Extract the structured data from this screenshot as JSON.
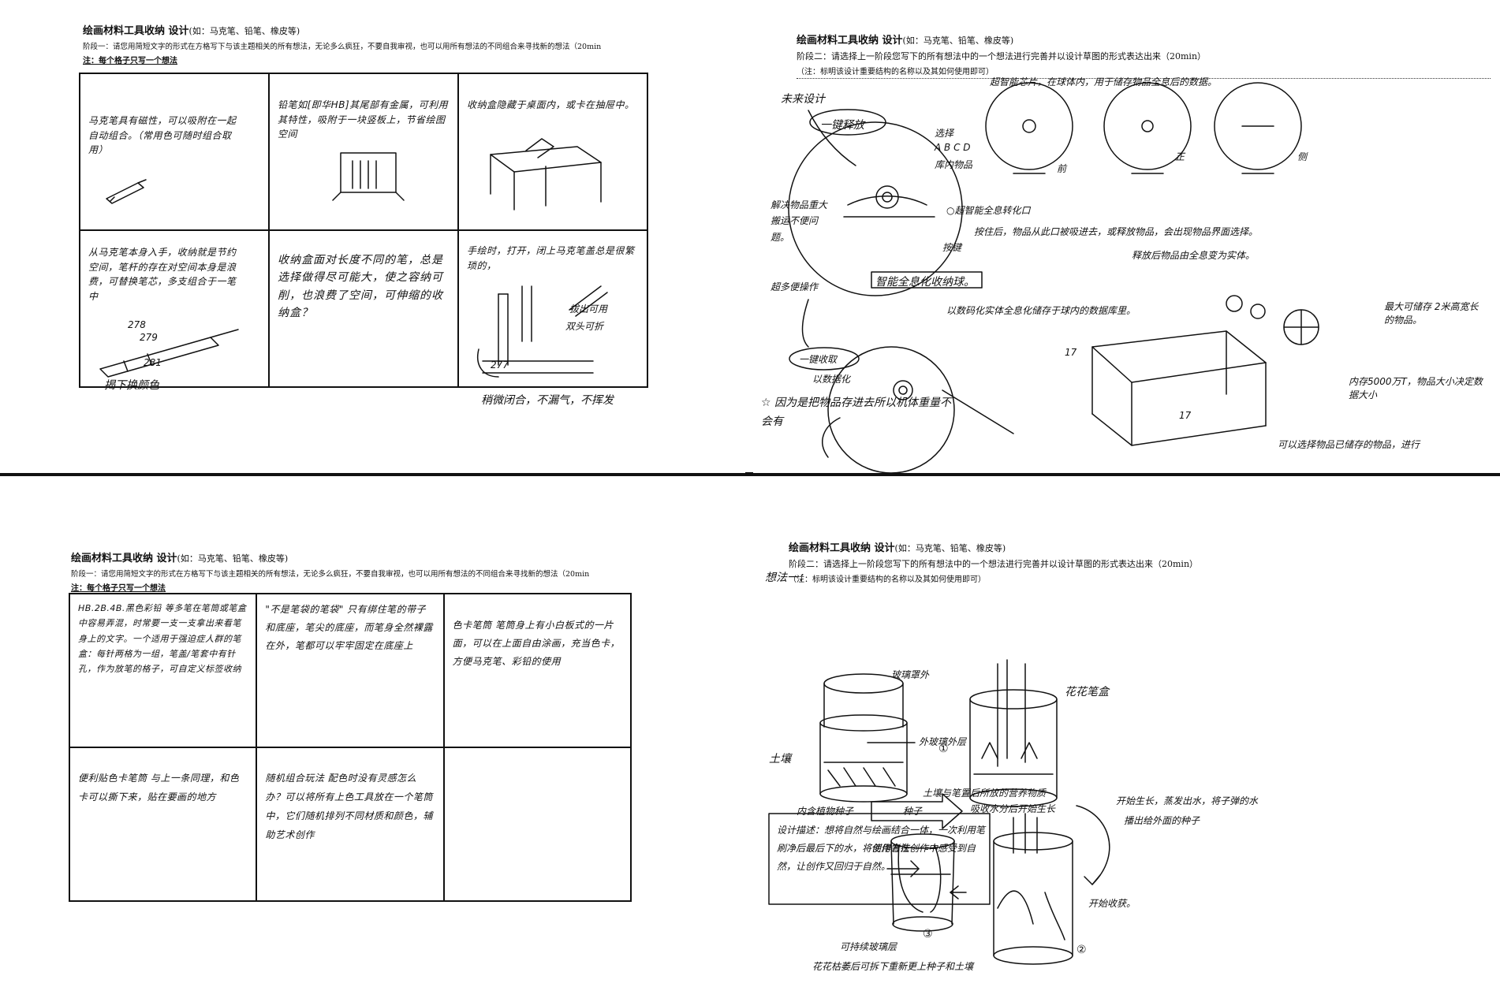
{
  "sheets": {
    "tl": {
      "title": "绘画材料工具收纳 设计",
      "title_sub": "(如：马克笔、铅笔、橡皮等)",
      "stage": "阶段一：请您用简短文字的形式在方格写下与该主题相关的所有想法，无论多么疯狂，不要自我审视，也可以用所有想法的不同组合来寻找新的想法（20min",
      "note": "注：每个格子只写一个想法",
      "cells": [
        "马克笔具有磁性，可以吸附在一起自动组合。（常用色可随时组合取用）",
        "铅笔如[即华HB]其尾部有金属，可利用其特性，吸附于一块竖板上，节省绘图空间",
        "收纳盒隐藏于桌面内，或卡在抽屉中。",
        "从马克笔本身入手，收纳就是节约空间，笔杆的存在对空间本身是浪费，可替换笔芯，多支组合于一笔中",
        "收纳盒面对长度不同的笔，总是选择做得尽可能大，使之容纳可削，也浪费了空间，可伸缩的收纳盒？",
        "手绘时，打开，闭上马克笔盖总是很繁琐的，"
      ],
      "labels": {
        "remove": "揭下换颜色",
        "slightly_close": "稍微闭合，不漏气，不挥发",
        "pull_open": "拔出可用",
        "rotate": "双头可折",
        "num_278": "278",
        "num_279": "279",
        "num_281": "281",
        "num_277": "277"
      }
    },
    "tr": {
      "title": "绘画材料工具收纳 设计",
      "title_sub": "(如：马克笔、铅笔、橡皮等)",
      "stage": "阶段二：请选择上一阶段您写下的所有想法中的一个想法进行完善并以设计草图的形式表达出来（20min）",
      "note": "（注：标明该设计重要结构的名称以及其如何使用即可）",
      "labels": {
        "future": "未来设计",
        "one_key_release": "一键释放",
        "super_chip": "超智能芯片，在球体内，用于储存物品全息后的数据。",
        "select": "选择",
        "abcd": "A B C D",
        "stored": "库内物品",
        "front": "前",
        "side_front": "正",
        "side": "侧",
        "solve": "解决物品重大搬运不便问题。",
        "ops": "超多便操作",
        "super_port": "○超智能全息转化口",
        "after_press": "按住后，物品从此口被吸进去，或释放物品，会出现物品界面选择。",
        "press_key": "按键",
        "release_hologram": "释放后物品由全息变为实体。",
        "smart_ball": "智能全息化收纳球。",
        "store_data": "以数码化实体全息化储存于球内的数据库里。",
        "one_key_collect": "一键收取",
        "data": "以数据化",
        "max": "最大可储存 2米高宽长的物品。",
        "memory": "内存5000万T，物品大小决定数据大小",
        "star_note": "☆ 因为是把物品存进去所以机体重量不会有",
        "view": "可以选择物品已储存的物品，进行",
        "d17a": "17",
        "d17b": "17"
      }
    },
    "bl": {
      "title": "绘画材料工具收纳 设计",
      "title_sub": "(如：马克笔、铅笔、橡皮等)",
      "stage": "阶段一：请您用简短文字的形式在方格写下与该主题相关的所有想法，无论多么疯狂，不要自我审视，也可以用所有想法的不同组合来寻找新的想法（20min",
      "note": "注：每个格子只写一个想法",
      "cells": [
        "HB.2B.4B.黑色彩铅 等多笔在笔筒或笔盒中容易弄混，时常要一支一支拿出来看笔身上的文字。一个适用于强迫症人群的笔盒：每针两格为一组，笔盖/笔套中有针孔，作为放笔的格子，可自定义标签收纳",
        "\"不是笔袋的笔袋\" 只有绑住笔的带子和底座，笔尖的底座，而笔身全然裸露在外，笔都可以牢牢固定在底座上",
        "色卡笔筒 笔筒身上有小白板式的一片面，可以在上面自由涂画，充当色卡，方便马克笔、彩铅的使用",
        "便利贴色卡笔筒 与上一条同理，和色卡可以撕下来，贴在要画的地方",
        "随机组合玩法 配色时没有灵感怎么办？可以将所有上色工具放在一个笔筒中，它们随机排列不同材质和颜色，辅助艺术创作",
        ""
      ]
    },
    "br": {
      "title": "绘画材料工具收纳 设计",
      "title_sub": "(如：马克笔、铅笔、橡皮等)",
      "stage": "阶段二：请选择上一阶段您写下的所有想法中的一个想法进行完善并以设计草图的形式表达出来（20min）",
      "note": "（注：标明该设计重要结构的名称以及其如何使用即可）",
      "labels": {
        "idea": "想法一：",
        "cover": "玻璃罩外",
        "outer_glass": "外玻璃外层",
        "soil": "土壤",
        "use_method": "使用方法",
        "inner_plant": "内含植物种子",
        "seed": "种子",
        "nutrients": "土壤与笔置后所放的营养物质",
        "one": "①",
        "flower_box": "花花笔盒",
        "growing": "开始生长，蒸发出水，将子弹的水",
        "absorb": "吸收水分后开始生长",
        "spread": "播出给外面的种子",
        "design_desc": "设计描述：想将自然与绘画结合一体，一次利用笔刷净后最后下的水，将创作者在创作",
        "design_desc2": "中感受到自然，让创作又回归于自然。",
        "three": "③",
        "two": "②",
        "start": "开始收获。",
        "can_grow": "可持续玻璃层",
        "wilt": "花花枯萎后可拆下重新更上种子和土壤"
      }
    }
  }
}
